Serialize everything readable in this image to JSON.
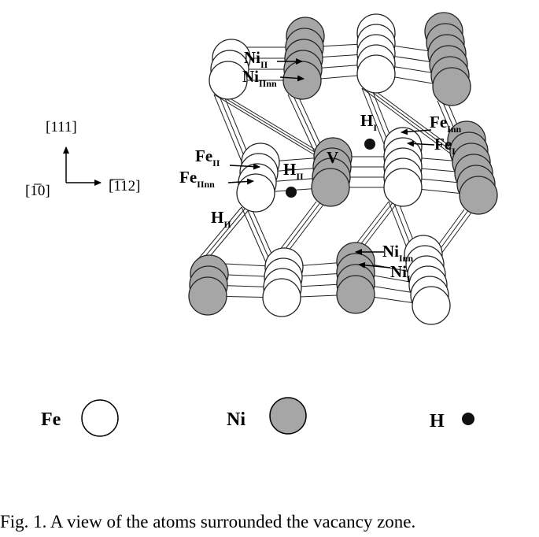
{
  "figure": {
    "caption": "Fig. 1.  A view of the atoms surrounded the vacancy zone."
  },
  "axes": {
    "up": "[111]",
    "left": "[1̅0]",
    "right": "[̅1̅12]"
  },
  "atom_labels": {
    "ni_ii": {
      "base": "Ni",
      "sub": "II"
    },
    "ni_iinn": {
      "base": "Ni",
      "sub": "IInn"
    },
    "h_i": {
      "base": "H",
      "sub": "I"
    },
    "fe_inn": {
      "base": "Fe",
      "sub": "Inn"
    },
    "fe_i": {
      "base": "Fe",
      "sub": "I"
    },
    "fe_ii": {
      "base": "Fe",
      "sub": "II"
    },
    "fe_iinn": {
      "base": "Fe",
      "sub": "IInn"
    },
    "h_ii": {
      "base": "H",
      "sub": "II"
    },
    "v": {
      "base": "V",
      "sub": ""
    },
    "h_ii_lower": {
      "base": "H",
      "sub": "II"
    },
    "ni_inn": {
      "base": "Ni",
      "sub": "Inn"
    },
    "ni_i": {
      "base": "Ni",
      "sub": "I"
    }
  },
  "legend": {
    "fe": {
      "label": "Fe",
      "color": "#ffffff"
    },
    "ni": {
      "label": "Ni",
      "color": "#a6a6a6"
    },
    "h": {
      "label": "H",
      "color": "#111111"
    }
  }
}
